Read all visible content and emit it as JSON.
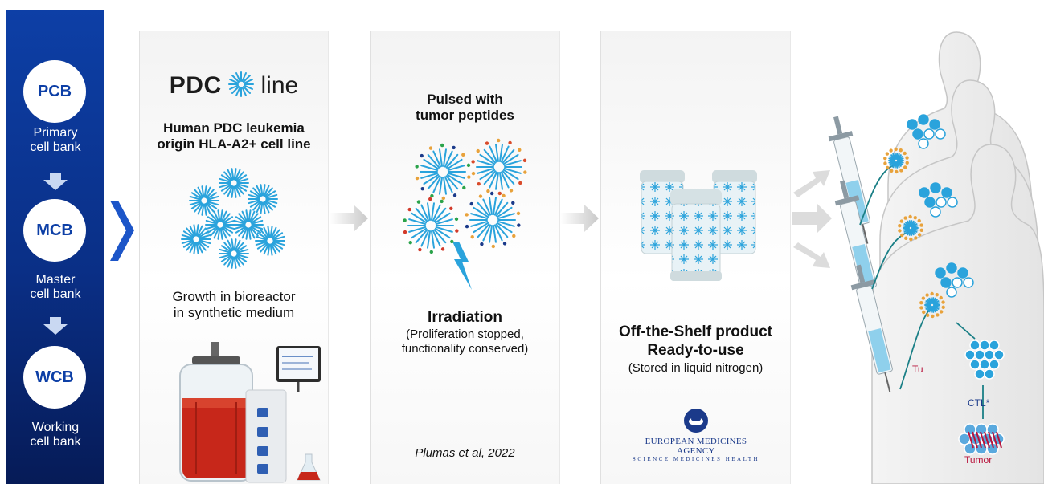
{
  "cell_banks": [
    {
      "code": "PCB",
      "label_line1": "Primary",
      "label_line2": "cell bank"
    },
    {
      "code": "MCB",
      "label_line1": "Master",
      "label_line2": "cell bank"
    },
    {
      "code": "WCB",
      "label_line1": "Working",
      "label_line2": "cell bank"
    }
  ],
  "panel1": {
    "logo_pdc": "PDC",
    "logo_line": "line",
    "title_line1": "Human PDC leukemia",
    "title_line2": "origin HLA-A2+ cell line",
    "growth_line1": "Growth in bioreactor",
    "growth_line2": "in synthetic medium"
  },
  "panel2": {
    "pulsed_line1": "Pulsed with",
    "pulsed_line2": "tumor peptides",
    "irradiation": "Irradiation",
    "irr_sub1": "(Proliferation stopped,",
    "irr_sub2": "functionality conserved)",
    "citation": "Plumas et al, 2022"
  },
  "panel3": {
    "product_line1": "Off-the-Shelf product",
    "product_line2": "Ready-to-use",
    "stored": "(Stored in liquid nitrogen)",
    "ema_name": "EUROPEAN MEDICINES AGENCY",
    "ema_sub": "SCIENCE MEDICINES HEALTH"
  },
  "patients": {
    "ctl_label": "CTL*",
    "tumor_label": "Tumor",
    "tumor_partial": "Tu"
  },
  "colors": {
    "bank_blue": "#0d3fa6",
    "cell_blue": "#2aa3dc",
    "tumor_red": "#b8143c",
    "arrow_teal": "#1a7f86"
  }
}
